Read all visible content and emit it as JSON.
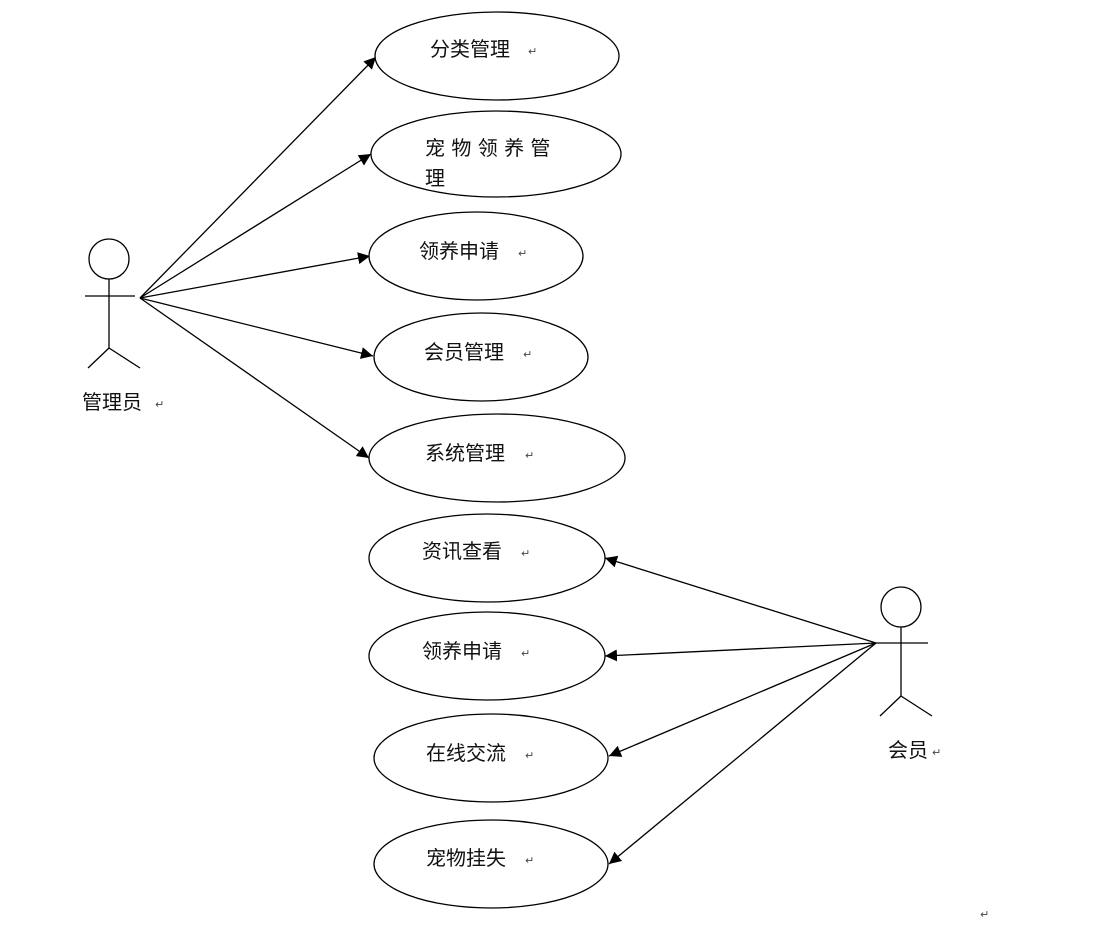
{
  "actors": {
    "admin": {
      "name": "管理员"
    },
    "member": {
      "name": "会员"
    }
  },
  "use_cases": {
    "category": "分类管理",
    "pet_adoption_line1": "宠 物 领 养 管",
    "pet_adoption_line2": "理",
    "adopt_apply_admin": "领养申请",
    "member_mgmt": "会员管理",
    "system_mgmt": "系统管理",
    "news_view": "资讯查看",
    "adopt_apply_member": "领养申请",
    "online_chat": "在线交流",
    "pet_lost": "宠物挂失"
  },
  "paragraph_mark": "↵"
}
